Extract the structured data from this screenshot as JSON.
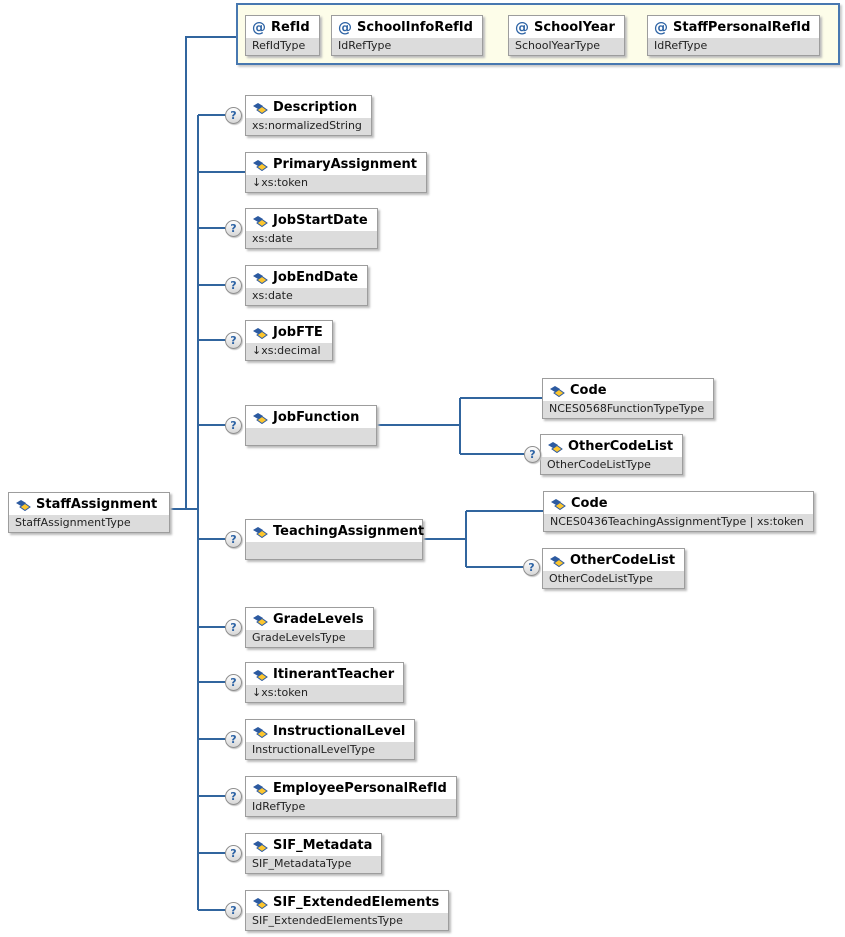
{
  "diagram": {
    "optional_marker": "?",
    "root": {
      "name": "StaffAssignment",
      "type": "StaffAssignmentType"
    },
    "attributes_group": {
      "attributes": [
        {
          "name": "RefId",
          "type": "RefIdType"
        },
        {
          "name": "SchoolInfoRefId",
          "type": "IdRefType"
        },
        {
          "name": "SchoolYear",
          "type": "SchoolYearType"
        },
        {
          "name": "StaffPersonalRefId",
          "type": "IdRefType"
        }
      ]
    },
    "elements": [
      {
        "name": "Description",
        "type": "xs:normalizedString",
        "optional": true
      },
      {
        "name": "PrimaryAssignment",
        "type": "↓xs:token",
        "optional": false
      },
      {
        "name": "JobStartDate",
        "type": "xs:date",
        "optional": true
      },
      {
        "name": "JobEndDate",
        "type": "xs:date",
        "optional": true
      },
      {
        "name": "JobFTE",
        "type": "↓xs:decimal",
        "optional": true
      },
      {
        "name": "JobFunction",
        "type": "",
        "optional": true,
        "children": [
          {
            "name": "Code",
            "type": "NCES0568FunctionTypeType",
            "optional": false
          },
          {
            "name": "OtherCodeList",
            "type": "OtherCodeListType",
            "optional": true
          }
        ]
      },
      {
        "name": "TeachingAssignment",
        "type": "",
        "optional": true,
        "children": [
          {
            "name": "Code",
            "type": "NCES0436TeachingAssignmentType | xs:token",
            "optional": false
          },
          {
            "name": "OtherCodeList",
            "type": "OtherCodeListType",
            "optional": true
          }
        ]
      },
      {
        "name": "GradeLevels",
        "type": "GradeLevelsType",
        "optional": true
      },
      {
        "name": "ItinerantTeacher",
        "type": "↓xs:token",
        "optional": true
      },
      {
        "name": "InstructionalLevel",
        "type": "InstructionalLevelType",
        "optional": true
      },
      {
        "name": "EmployeePersonalRefId",
        "type": "IdRefType",
        "optional": true
      },
      {
        "name": "SIF_Metadata",
        "type": "SIF_MetadataType",
        "optional": true
      },
      {
        "name": "SIF_ExtendedElements",
        "type": "SIF_ExtendedElementsType",
        "optional": true
      }
    ],
    "colors": {
      "connector_line": "#31659e",
      "container_fill": "#fdfde9",
      "container_border": "#4878b0",
      "type_strip": "#dcdcdc",
      "box_border": "#9d9d9d",
      "icon_blue": "#2c5aa0",
      "icon_yellow": "#fdc62e",
      "attribute_at_sign": "#2e64a5",
      "question_mark": "#2e64a5"
    }
  }
}
